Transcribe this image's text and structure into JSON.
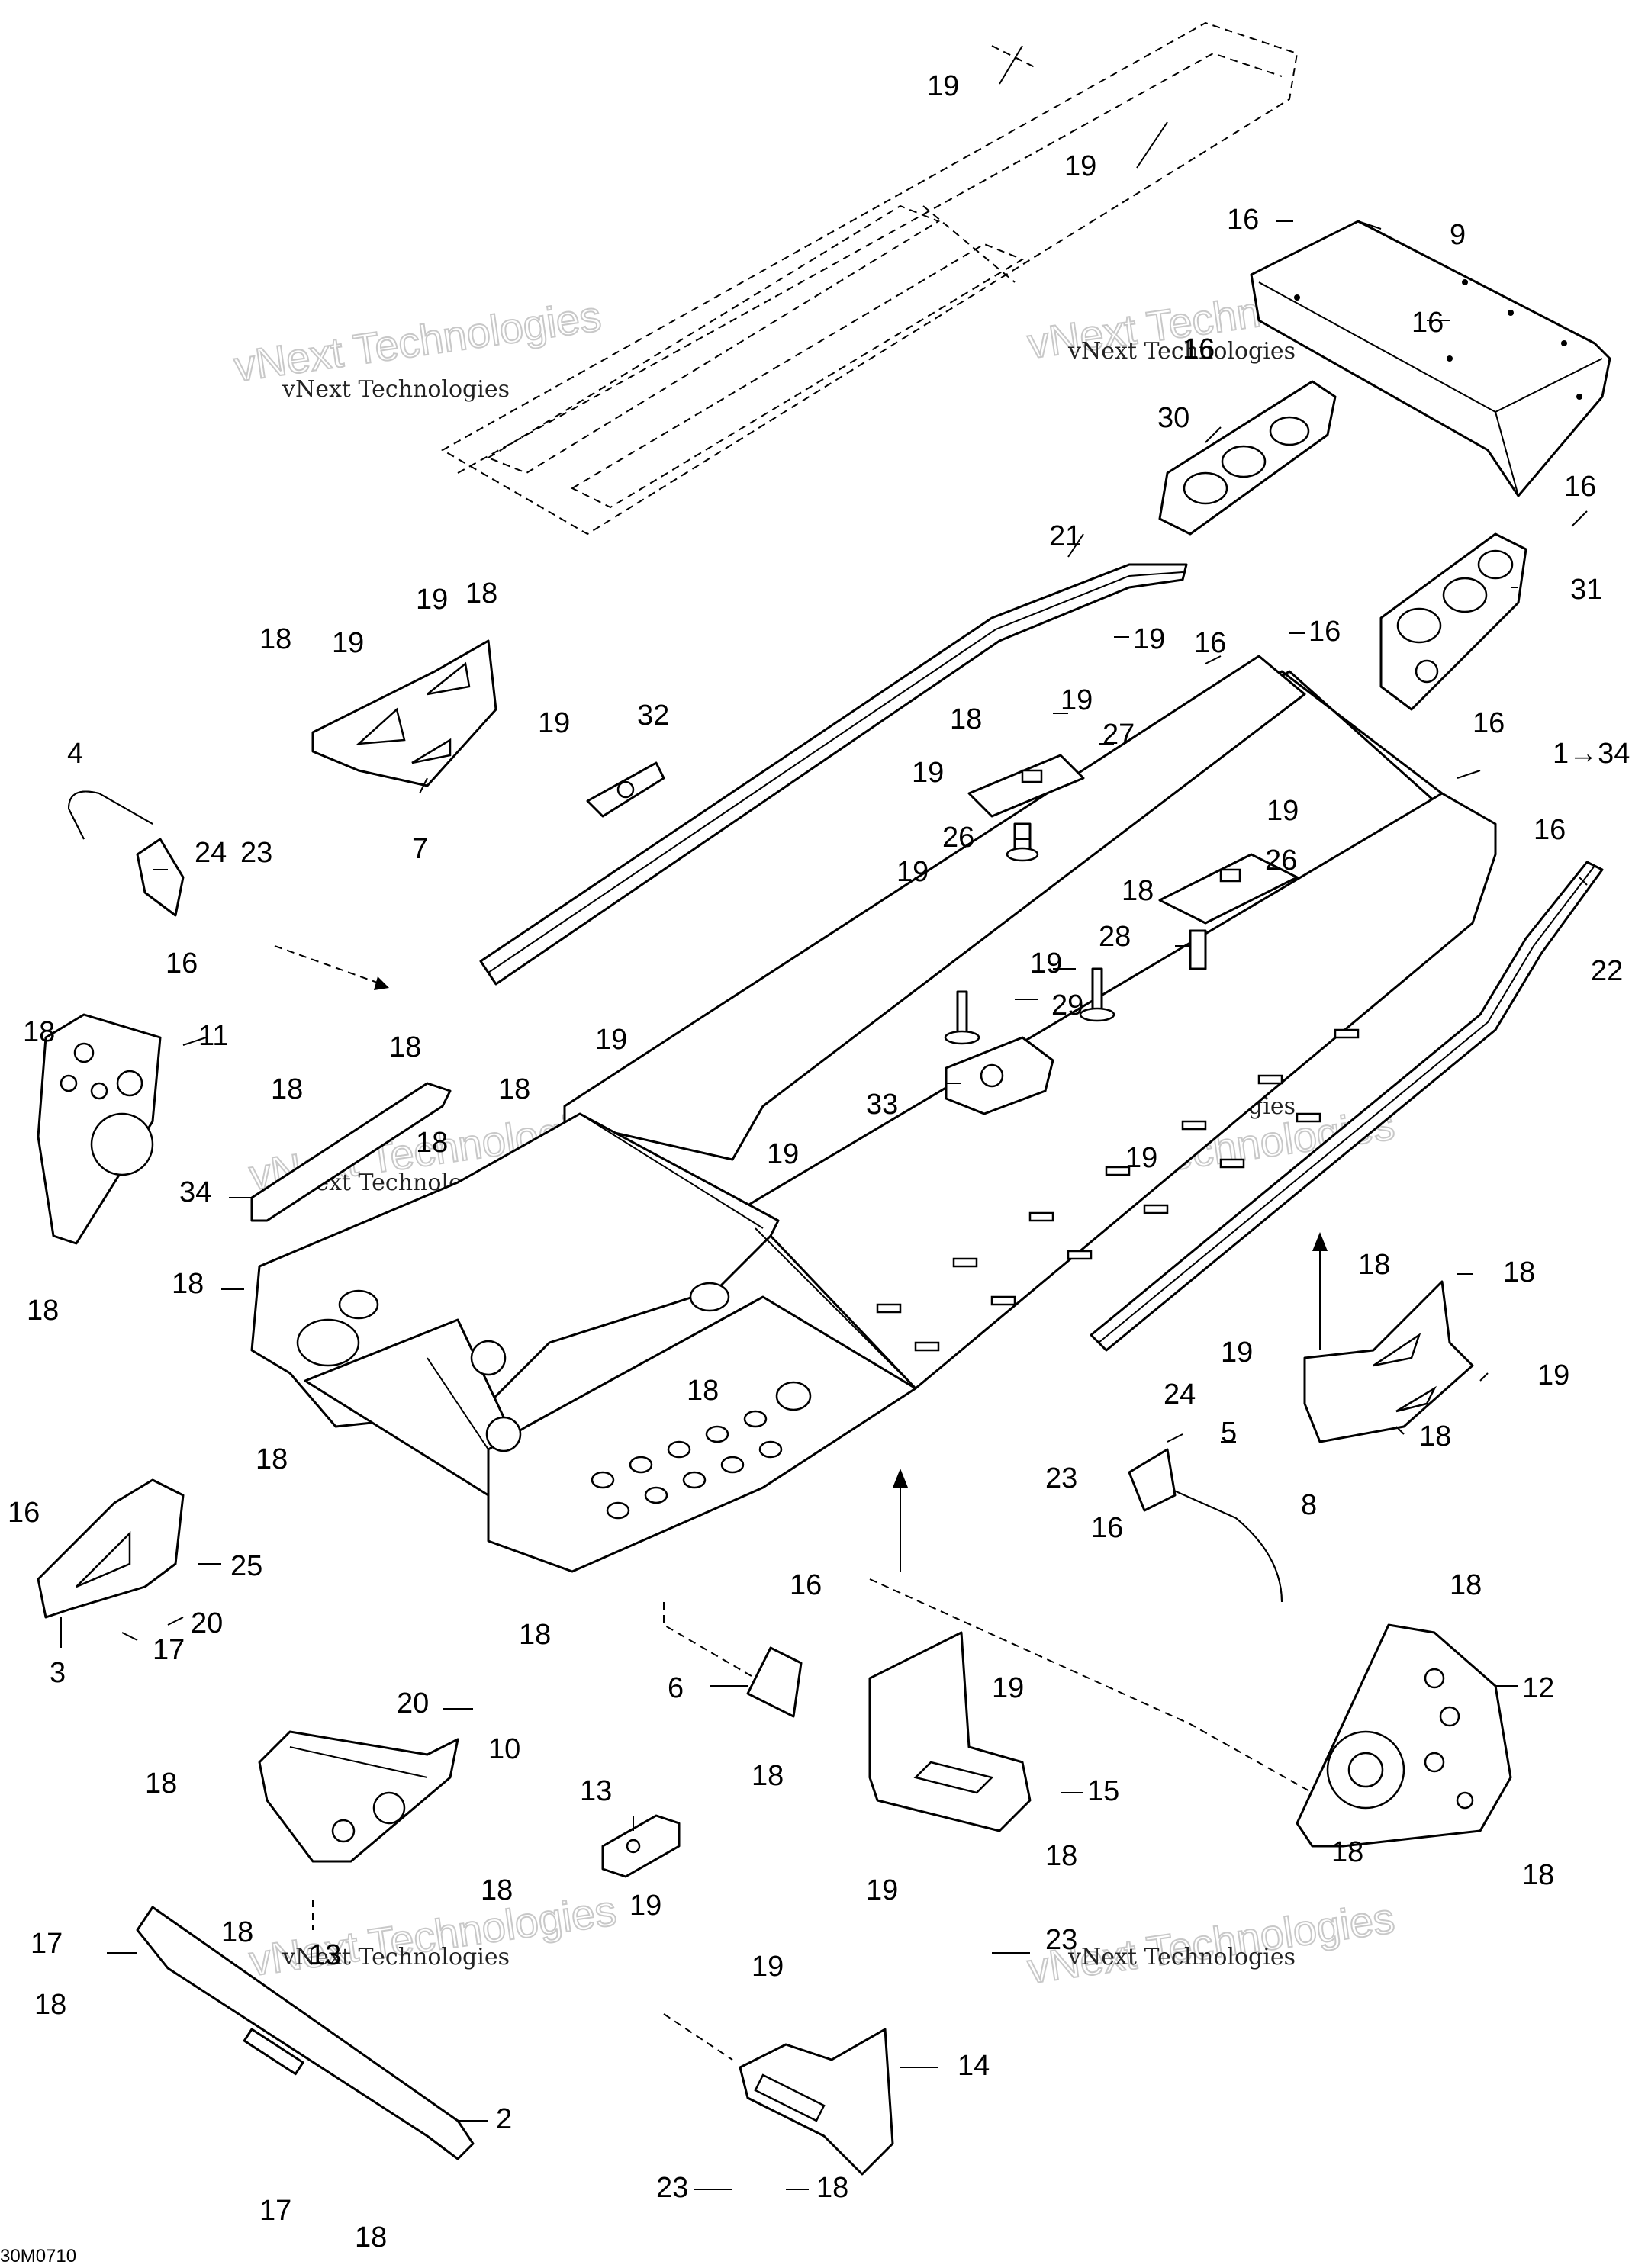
{
  "diagram": {
    "drawing_code": "30M0710",
    "watermark": {
      "small_text": "vNext Technologies",
      "large_text": "vNext Technologies"
    },
    "callouts": [
      {
        "id": "c19a",
        "text": "19"
      },
      {
        "id": "c19b",
        "text": "19"
      },
      {
        "id": "c16a",
        "text": "16"
      },
      {
        "id": "c9",
        "text": "9"
      },
      {
        "id": "c16b",
        "text": "16"
      },
      {
        "id": "c16c",
        "text": "16"
      },
      {
        "id": "c30",
        "text": "30"
      },
      {
        "id": "c16d",
        "text": "16"
      },
      {
        "id": "c31",
        "text": "31"
      },
      {
        "id": "c21",
        "text": "21"
      },
      {
        "id": "c19c",
        "text": "19"
      },
      {
        "id": "c16e",
        "text": "16"
      },
      {
        "id": "c16f",
        "text": "16"
      },
      {
        "id": "c19d",
        "text": "19"
      },
      {
        "id": "c18a",
        "text": "18"
      },
      {
        "id": "c18b",
        "text": "18"
      },
      {
        "id": "c19e",
        "text": "19"
      },
      {
        "id": "c7",
        "text": "7"
      },
      {
        "id": "c19f",
        "text": "19"
      },
      {
        "id": "c32",
        "text": "32"
      },
      {
        "id": "c18c",
        "text": "18"
      },
      {
        "id": "c19g",
        "text": "19"
      },
      {
        "id": "c27",
        "text": "27"
      },
      {
        "id": "c19h",
        "text": "19"
      },
      {
        "id": "c26a",
        "text": "26"
      },
      {
        "id": "c19i",
        "text": "19"
      },
      {
        "id": "c16g",
        "text": "16"
      },
      {
        "id": "c1_34",
        "text": "1→34"
      },
      {
        "id": "c4",
        "text": "4"
      },
      {
        "id": "c24a",
        "text": "24"
      },
      {
        "id": "c23a",
        "text": "23"
      },
      {
        "id": "c16h",
        "text": "16"
      },
      {
        "id": "c19j",
        "text": "19"
      },
      {
        "id": "c18d",
        "text": "18"
      },
      {
        "id": "c26b",
        "text": "26"
      },
      {
        "id": "c28",
        "text": "28"
      },
      {
        "id": "c16i",
        "text": "16"
      },
      {
        "id": "c22",
        "text": "22"
      },
      {
        "id": "c19k",
        "text": "19"
      },
      {
        "id": "c29",
        "text": "29"
      },
      {
        "id": "c18e",
        "text": "18"
      },
      {
        "id": "c11",
        "text": "11"
      },
      {
        "id": "c18f",
        "text": "18"
      },
      {
        "id": "c19l",
        "text": "19"
      },
      {
        "id": "c18g",
        "text": "18"
      },
      {
        "id": "c18h",
        "text": "18"
      },
      {
        "id": "c18i",
        "text": "18"
      },
      {
        "id": "c33",
        "text": "33"
      },
      {
        "id": "c34",
        "text": "34"
      },
      {
        "id": "c19m",
        "text": "19"
      },
      {
        "id": "c19n",
        "text": "19"
      },
      {
        "id": "c18j",
        "text": "18"
      },
      {
        "id": "c18k",
        "text": "18"
      },
      {
        "id": "c18l",
        "text": "18"
      },
      {
        "id": "c18m",
        "text": "18"
      },
      {
        "id": "c19o",
        "text": "19"
      },
      {
        "id": "c18n",
        "text": "18"
      },
      {
        "id": "c24b",
        "text": "24"
      },
      {
        "id": "c5",
        "text": "5"
      },
      {
        "id": "c23b",
        "text": "23"
      },
      {
        "id": "c19p",
        "text": "19"
      },
      {
        "id": "c8",
        "text": "8"
      },
      {
        "id": "c18o",
        "text": "18"
      },
      {
        "id": "c16j",
        "text": "16"
      },
      {
        "id": "c16k",
        "text": "16"
      },
      {
        "id": "c25",
        "text": "25"
      },
      {
        "id": "c20a",
        "text": "20"
      },
      {
        "id": "c17a",
        "text": "17"
      },
      {
        "id": "c3",
        "text": "3"
      },
      {
        "id": "c16l",
        "text": "16"
      },
      {
        "id": "c18p",
        "text": "18"
      },
      {
        "id": "c18q",
        "text": "18"
      },
      {
        "id": "c6",
        "text": "6"
      },
      {
        "id": "c18r",
        "text": "18"
      },
      {
        "id": "c20b",
        "text": "20"
      },
      {
        "id": "c10",
        "text": "10"
      },
      {
        "id": "c18s",
        "text": "18"
      },
      {
        "id": "c19q",
        "text": "19"
      },
      {
        "id": "c15",
        "text": "15"
      },
      {
        "id": "c12",
        "text": "12"
      },
      {
        "id": "c13a",
        "text": "13"
      },
      {
        "id": "c18t",
        "text": "18"
      },
      {
        "id": "c18u",
        "text": "18"
      },
      {
        "id": "c19r",
        "text": "19"
      },
      {
        "id": "c19s",
        "text": "19"
      },
      {
        "id": "c18v",
        "text": "18"
      },
      {
        "id": "c18w",
        "text": "18"
      },
      {
        "id": "c18x",
        "text": "18"
      },
      {
        "id": "c13b",
        "text": "13"
      },
      {
        "id": "c23c",
        "text": "23"
      },
      {
        "id": "c17b",
        "text": "17"
      },
      {
        "id": "c19t",
        "text": "19"
      },
      {
        "id": "c18y",
        "text": "18"
      },
      {
        "id": "c14",
        "text": "14"
      },
      {
        "id": "c2",
        "text": "2"
      },
      {
        "id": "c17c",
        "text": "17"
      },
      {
        "id": "c18z",
        "text": "18"
      },
      {
        "id": "c23d",
        "text": "23"
      },
      {
        "id": "c18aa",
        "text": "18"
      }
    ]
  }
}
